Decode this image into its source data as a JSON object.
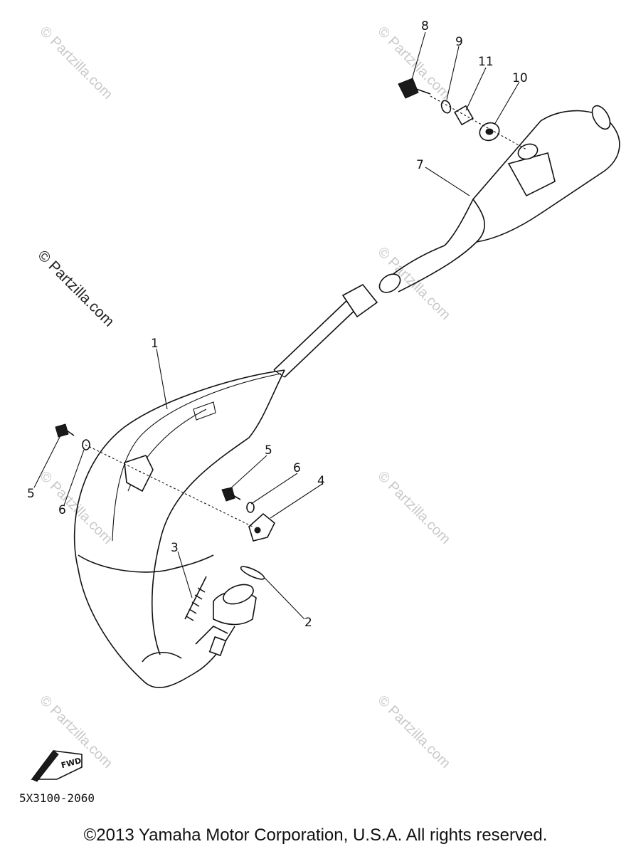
{
  "callouts": {
    "n1": "1",
    "n2": "2",
    "n3": "3",
    "n4": "4",
    "n5a": "5",
    "n5b": "5",
    "n6a": "6",
    "n6b": "6",
    "n7": "7",
    "n8": "8",
    "n9": "9",
    "n10": "10",
    "n11": "11"
  },
  "watermark": {
    "text": "© Partzilla.com"
  },
  "diagram_code": "5X3100-2060",
  "fwd_label": "FWD",
  "copyright": "©2013 Yamaha Motor Corporation, U.S.A. All rights reserved."
}
